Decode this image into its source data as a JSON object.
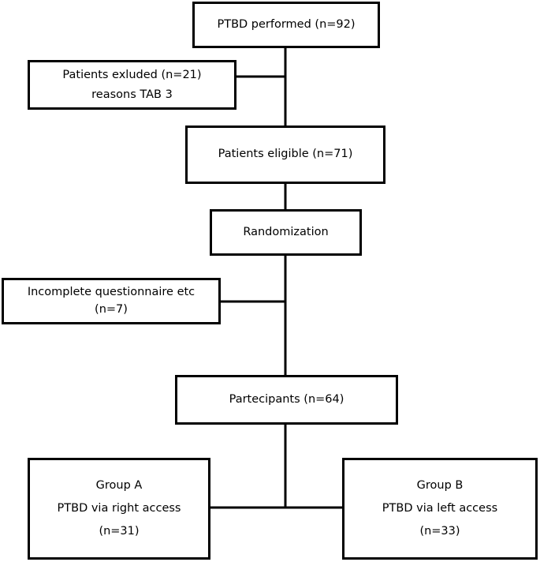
{
  "nodes": {
    "performed": {
      "text": "PTBD performed (n=92)"
    },
    "excluded": {
      "line1": "Patients exluded (n=21)",
      "line2": "reasons TAB 3"
    },
    "eligible": {
      "text": "Patients eligible (n=71)"
    },
    "randomization": {
      "text": "Randomization"
    },
    "incomplete": {
      "line1": "Incomplete questionnaire etc",
      "line2": "(n=7)"
    },
    "participants": {
      "text": "Partecipants (n=64)"
    },
    "group_a": {
      "line1": "Group A",
      "line2": "PTBD via right access",
      "line3": "(n=31)"
    },
    "group_b": {
      "line1": "Group B",
      "line2": "PTBD via left access",
      "line3": "(n=33)"
    }
  },
  "edges": [
    {
      "from": "performed",
      "to": "eligible"
    },
    {
      "from": "main-flow",
      "to": "excluded"
    },
    {
      "from": "eligible",
      "to": "randomization"
    },
    {
      "from": "randomization",
      "to": "participants"
    },
    {
      "from": "main-flow",
      "to": "incomplete"
    },
    {
      "from": "participants",
      "to": "group_a"
    },
    {
      "from": "participants",
      "to": "group_b"
    }
  ],
  "colors": {
    "stroke": "#000000",
    "background": "#ffffff"
  }
}
